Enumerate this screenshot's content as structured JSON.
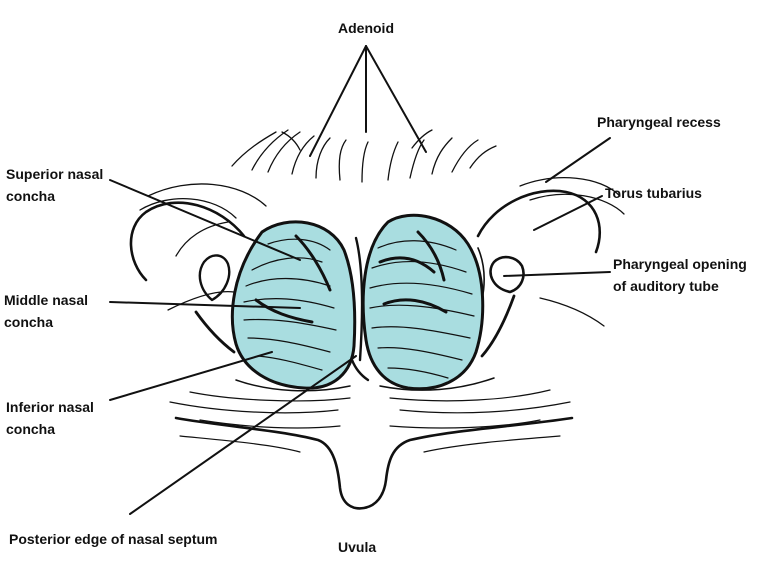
{
  "labels": {
    "adenoid": "Adenoid",
    "pharyngeal_recess": "Pharyngeal recess",
    "torus_tubarius": "Torus tubarius",
    "pharyngeal_opening_line1": "Pharyngeal opening",
    "pharyngeal_opening_line2": "of auditory tube",
    "superior_concha_line1": "Superior nasal",
    "superior_concha_line2": "concha",
    "middle_concha_line1": "Middle nasal",
    "middle_concha_line2": "concha",
    "inferior_concha_line1": "Inferior nasal",
    "inferior_concha_line2": "concha",
    "posterior_edge_septum": "Posterior edge of nasal septum",
    "uvula": "Uvula"
  },
  "colors": {
    "concha_fill": "#a9dde0",
    "ink": "#111111",
    "background": "#ffffff"
  }
}
